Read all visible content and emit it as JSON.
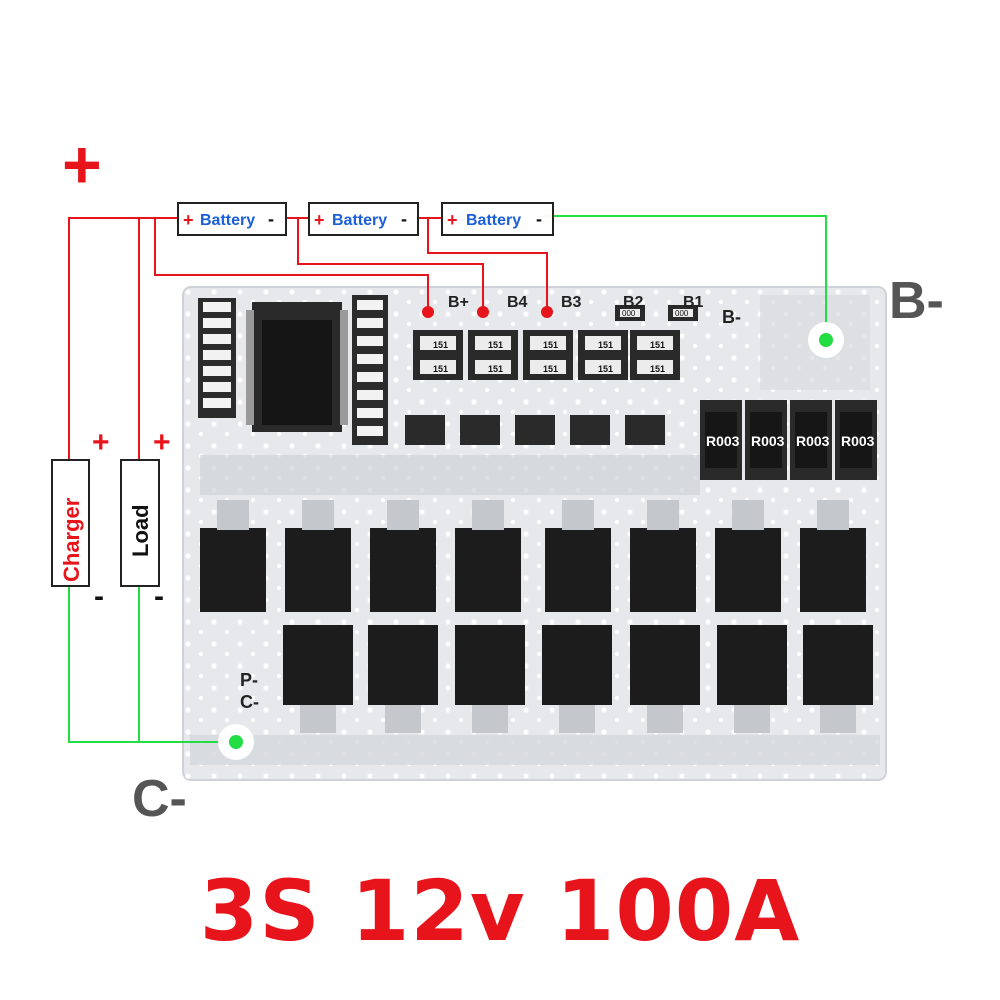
{
  "diagram": {
    "plus_top": "+",
    "batteries": [
      {
        "plus": "+",
        "label": "Battery",
        "minus": "-"
      },
      {
        "plus": "+",
        "label": "Battery",
        "minus": "-"
      },
      {
        "plus": "+",
        "label": "Battery",
        "minus": "-"
      }
    ],
    "b_minus": "B-",
    "c_minus": "C-",
    "charger": {
      "label": "Charger",
      "plus": "+",
      "minus": "-"
    },
    "load": {
      "label": "Load",
      "plus": "+",
      "minus": "-"
    },
    "pads": [
      "B+",
      "B4",
      "B3",
      "B2",
      "B1",
      "B-"
    ],
    "side_labels": [
      "P-",
      "C-"
    ],
    "resistor_codes": [
      "R003",
      "R003",
      "R003",
      "R003"
    ],
    "small_codes": [
      "151",
      "000"
    ],
    "title": "3S 12v 100A"
  },
  "colors": {
    "red_wire": "#e8141c",
    "green_wire": "#22dd44",
    "pcb": "#e8eaee",
    "chip": "#1c1c1c",
    "title": "#e8141c",
    "battery_text": "#1a5fd8",
    "label_gray": "#555555"
  }
}
